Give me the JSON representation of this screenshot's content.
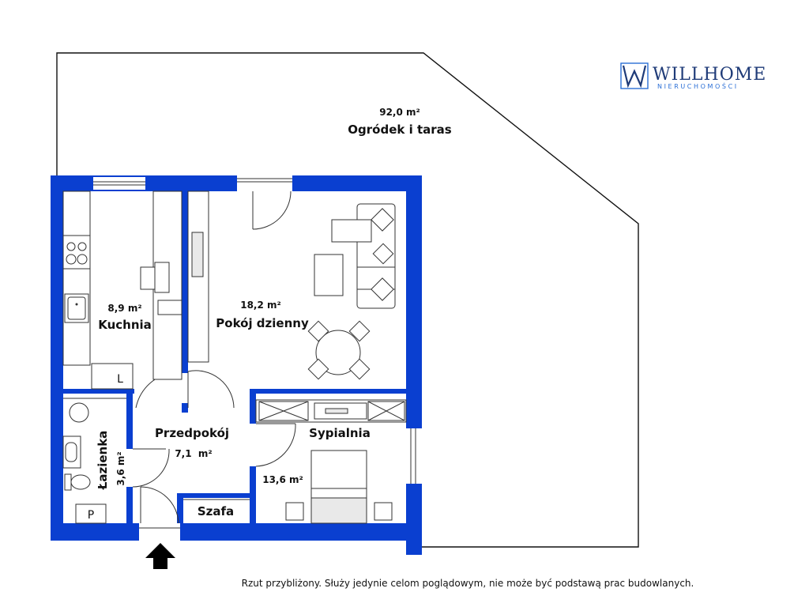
{
  "brand": {
    "name": "WILLHOME",
    "tagline": "NIERUCHOMOŚCI",
    "color": "#1f3b78",
    "accent": "#2b6fd6"
  },
  "colors": {
    "walls": "#0a3fd0",
    "lines": "#333333",
    "background": "#ffffff"
  },
  "garden": {
    "area": "92,0 m²",
    "name": "Ogródek i taras"
  },
  "rooms": {
    "kitchen": {
      "area": "8,9 m²",
      "name": "Kuchnia",
      "label_l": "L"
    },
    "living": {
      "area": "18,2 m²",
      "name": "Pokój dzienny"
    },
    "hall": {
      "name": "Przedpokój",
      "area": "7,1  m²"
    },
    "bathroom": {
      "name": "Łazienka",
      "area": "3,6 m²",
      "label_p": "P"
    },
    "bedroom": {
      "name": "Sypialnia",
      "area": "13,6 m²"
    },
    "wardrobe": {
      "name": "Szafa"
    }
  },
  "disclaimer": "Rzut przybliżony. Służy jedynie celom poglądowym, nie może być podstawą prac budowlanych."
}
